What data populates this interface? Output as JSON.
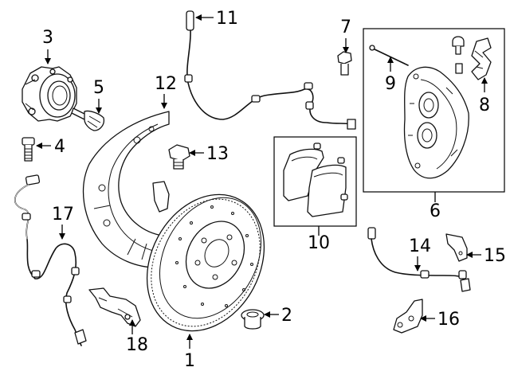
{
  "callouts": [
    {
      "id": "1",
      "text": "1"
    },
    {
      "id": "2",
      "text": "2"
    },
    {
      "id": "3",
      "text": "3"
    },
    {
      "id": "4",
      "text": "4"
    },
    {
      "id": "5",
      "text": "5"
    },
    {
      "id": "6",
      "text": "6"
    },
    {
      "id": "7",
      "text": "7"
    },
    {
      "id": "8",
      "text": "8"
    },
    {
      "id": "9",
      "text": "9"
    },
    {
      "id": "10",
      "text": "10"
    },
    {
      "id": "11",
      "text": "11"
    },
    {
      "id": "12",
      "text": "12"
    },
    {
      "id": "13",
      "text": "13"
    },
    {
      "id": "14",
      "text": "14"
    },
    {
      "id": "15",
      "text": "15"
    },
    {
      "id": "16",
      "text": "16"
    },
    {
      "id": "17",
      "text": "17"
    },
    {
      "id": "18",
      "text": "18"
    }
  ],
  "colors": {
    "line": "#111111",
    "background": "#ffffff"
  }
}
